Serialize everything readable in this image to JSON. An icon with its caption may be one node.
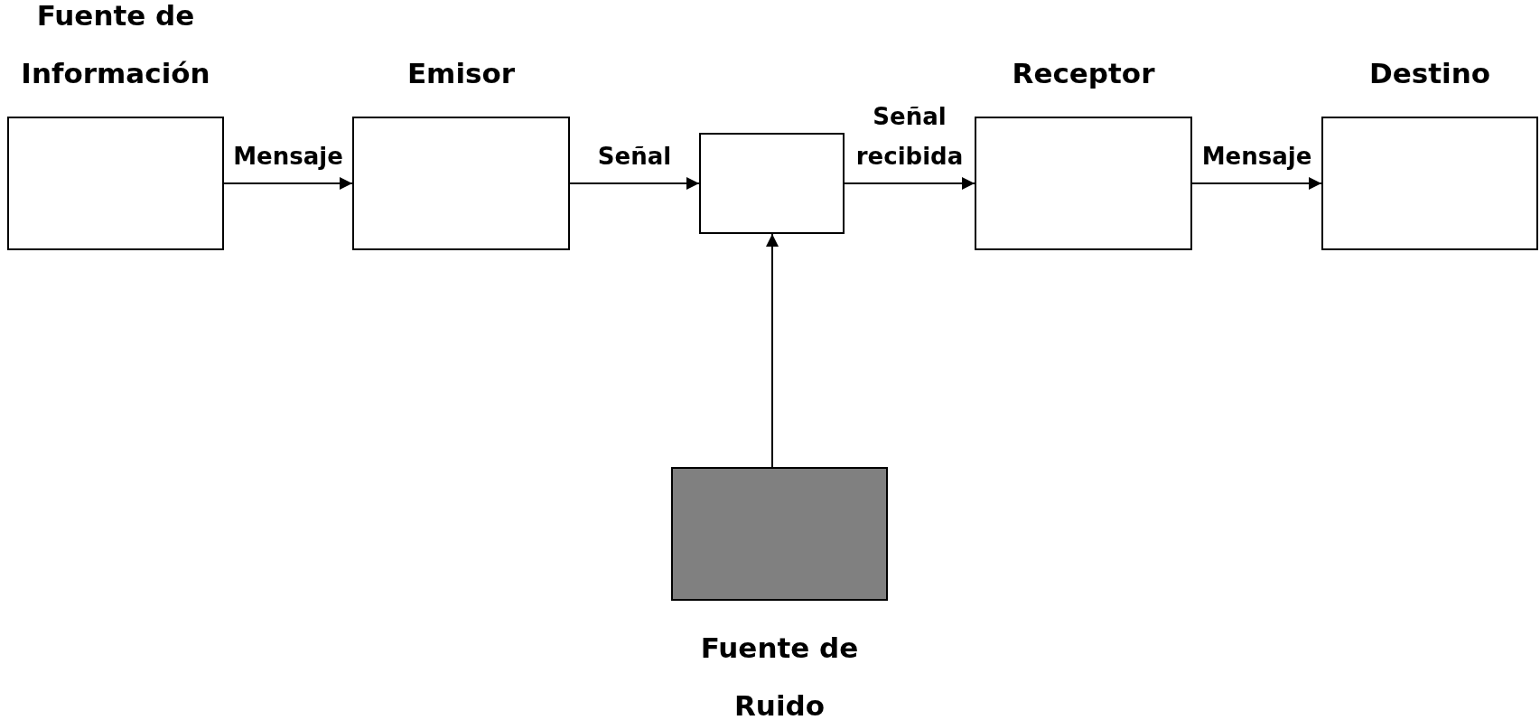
{
  "diagram": {
    "nodes": [
      {
        "text": [
          "Fuente de Información"
        ]
      },
      {
        "text": [
          "Emisor"
        ]
      },
      {
        "text": [],
        "shape": "box"
      },
      {
        "text": [
          "Receptor"
        ]
      },
      {
        "text": [
          "Destino"
        ]
      },
      {
        "text": [
          "Fuente de Ruido"
        ]
      }
    ],
    "edges": [
      {
        "from": 0,
        "to": 1,
        "arrow": "to",
        "label": "Mensaje"
      },
      {
        "from": 1,
        "to": 2,
        "arrow": "to",
        "label": "Señal"
      },
      {
        "from": 2,
        "to": 3,
        "arrow": "to",
        "label": "Señal recibida"
      },
      {
        "from": 3,
        "to": 4,
        "arrow": "to",
        "label": "Mensaje"
      },
      {
        "from": 5,
        "to": 2,
        "arrow": "to"
      }
    ]
  }
}
